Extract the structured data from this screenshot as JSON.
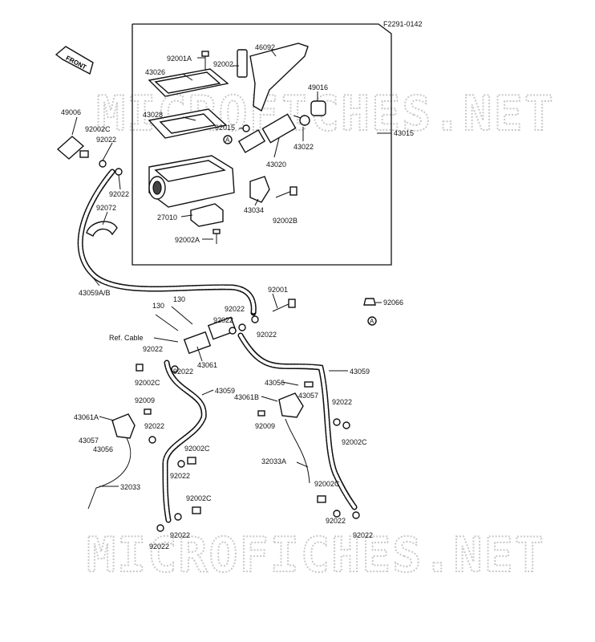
{
  "figure_code": "F2291-0142",
  "front_label": "FRONT",
  "watermark": "MICROFICHES.NET",
  "ref_marker": "A",
  "labels": {
    "p92001A": "92001A",
    "p46092": "46092",
    "p43026": "43026",
    "p92002_top": "92002",
    "p49016": "49016",
    "p43028": "43028",
    "p92015": "92015",
    "p43022": "43022",
    "p43015": "43015",
    "p43020": "43020",
    "p49006": "49006",
    "p92002C_l": "92002C",
    "p92022_l1": "92022",
    "p92022_l2": "92022",
    "p92072": "92072",
    "p27010": "27010",
    "p43034": "43034",
    "p92002B": "92002B",
    "p92002A_b": "92002A",
    "p43059AB": "43059A/B",
    "p92001": "92001",
    "p92066": "92066",
    "p130a": "130",
    "p130b": "130",
    "p92022_m1": "92022",
    "p92022_m2": "92022",
    "p92022_m3": "92022",
    "ref_cable": "Ref. Cable",
    "p92022_m4": "92022",
    "p43061": "43061",
    "p92022_m5": "92022",
    "p92002C_m": "92002C",
    "p43059_m": "43059",
    "p43059_r": "43059",
    "p43056_r": "43056",
    "p43057_r": "43057",
    "p43061B": "43061B",
    "p92009_l": "92009",
    "p92022_l3": "92022",
    "p43061A": "43061A",
    "p43057_l": "43057",
    "p43056_l": "43056",
    "p92002C_l2": "92002C",
    "p92022_l4": "92022",
    "p32033": "32033",
    "p92002C_l3": "92002C",
    "p92022_l5": "92022",
    "p92022_l6": "92022",
    "p92009_r": "92009",
    "p92022_r1": "92022",
    "p92002C_r1": "92002C",
    "p32033A": "32033A",
    "p92002C_r2": "92002C",
    "p92022_r2": "92022",
    "p92022_r3": "92022"
  }
}
